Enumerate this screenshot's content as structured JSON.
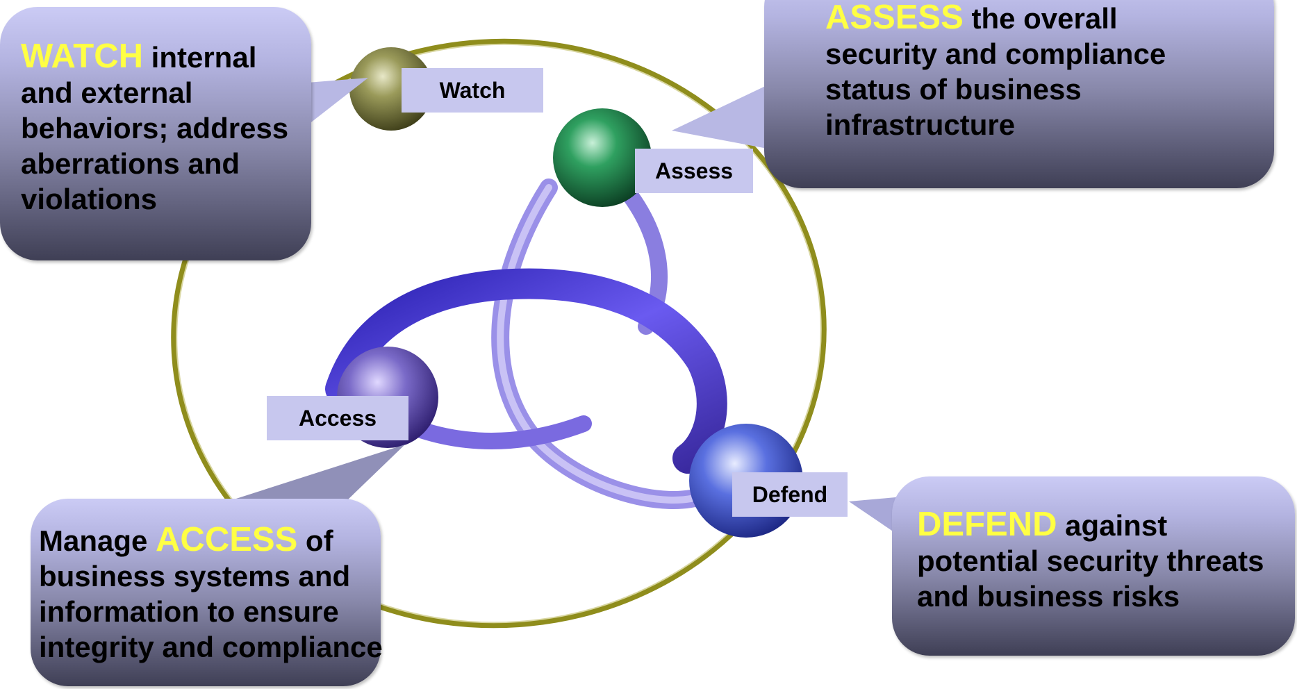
{
  "labels": {
    "watch": "Watch",
    "assess": "Assess",
    "access": "Access",
    "defend": "Defend"
  },
  "callouts": {
    "watch": {
      "keyword": "WATCH",
      "before": "",
      "after": " internal and external behaviors; address aberrations and violations"
    },
    "assess": {
      "keyword": "ASSESS",
      "before": "",
      "after": " the overall security and compliance status of business infrastructure"
    },
    "access": {
      "keyword": "ACCESS",
      "before": "Manage  ",
      "after": " of business systems and information to ensure integrity and compliance"
    },
    "defend": {
      "keyword": "DEFEND",
      "before": "",
      "after": " against potential security threats and business risks"
    }
  },
  "colors": {
    "keyword": "#ffff44",
    "ring": "#8f8d1c",
    "ribbon": "#4a3dd6",
    "label_bg": "#c7c7ee",
    "sphere_watch": "#7a7a3a",
    "sphere_assess": "#1f8a50",
    "sphere_access": "#6a5ab8",
    "sphere_defend": "#4058d0"
  }
}
